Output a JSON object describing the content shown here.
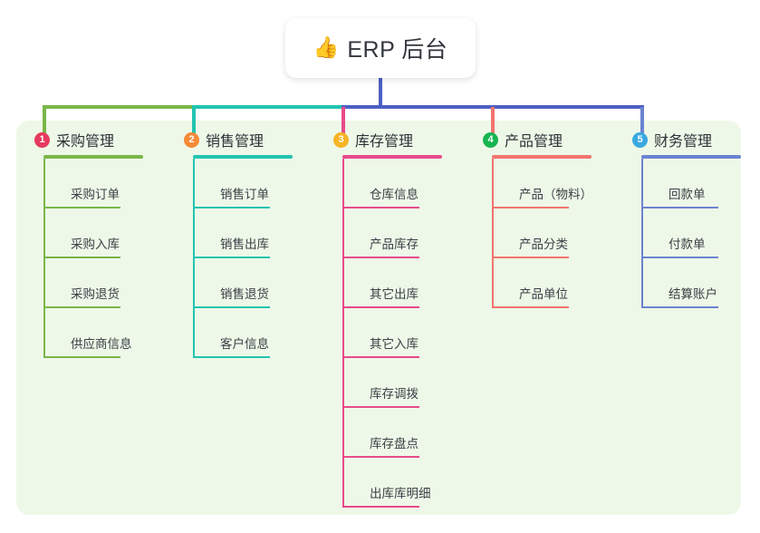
{
  "diagram": {
    "type": "mindmap",
    "root": {
      "icon": "thumbs-up-icon",
      "emoji": "👍",
      "label": "ERP 后台"
    },
    "columns": [
      {
        "number": "1",
        "title": "采购管理",
        "color": "#7ab648",
        "badge_color": "#e63a5e",
        "items": [
          "采购订单",
          "采购入库",
          "采购退货",
          "供应商信息"
        ]
      },
      {
        "number": "2",
        "title": "销售管理",
        "color": "#22c4b0",
        "badge_color": "#f58a37",
        "items": [
          "销售订单",
          "销售出库",
          "销售退货",
          "客户信息"
        ]
      },
      {
        "number": "3",
        "title": "库存管理",
        "color": "#e84b8a",
        "badge_color": "#f5b425",
        "items": [
          "仓库信息",
          "产品库存",
          "其它出库",
          "其它入库",
          "库存调拨",
          "库存盘点",
          "出库库明细"
        ]
      },
      {
        "number": "4",
        "title": "产品管理",
        "color": "#f4746e",
        "badge_color": "#18b551",
        "items": [
          "产品（物料）",
          "产品分类",
          "产品单位"
        ]
      },
      {
        "number": "5",
        "title": "财务管理",
        "color": "#6b83d0",
        "badge_color": "#3aa9e0",
        "items": [
          "回款单",
          "付款单",
          "结算账户"
        ]
      }
    ],
    "canvas": {
      "background": "#ffffff",
      "panel_background": "#eef8e8",
      "trunk_color": "#4d5fc4"
    }
  }
}
